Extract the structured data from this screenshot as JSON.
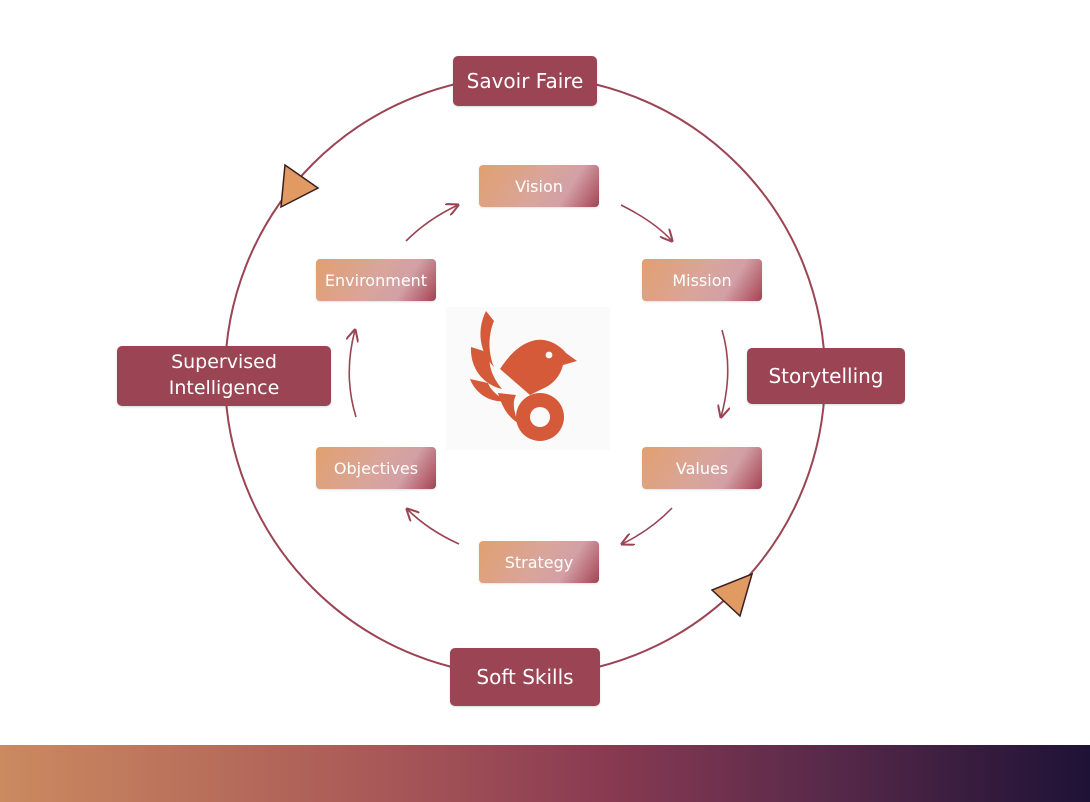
{
  "diagram": {
    "outer_nodes": [
      {
        "id": "savoir-faire",
        "label": "Savoir Faire"
      },
      {
        "id": "storytelling",
        "label": "Storytelling"
      },
      {
        "id": "soft-skills",
        "label": "Soft Skills"
      },
      {
        "id": "supervised-intelligence",
        "label": "Supervised Intelligence"
      }
    ],
    "inner_nodes": [
      {
        "id": "vision",
        "label": "Vision"
      },
      {
        "id": "mission",
        "label": "Mission"
      },
      {
        "id": "values",
        "label": "Values"
      },
      {
        "id": "strategy",
        "label": "Strategy"
      },
      {
        "id": "objectives",
        "label": "Objectives"
      },
      {
        "id": "environment",
        "label": "Environment"
      }
    ],
    "edges": [
      {
        "from": "savoir-faire",
        "to": "storytelling"
      },
      {
        "from": "storytelling",
        "to": "soft-skills"
      },
      {
        "from": "soft-skills",
        "to": "supervised-intelligence"
      },
      {
        "from": "supervised-intelligence",
        "to": "savoir-faire"
      },
      {
        "from": "vision",
        "to": "mission"
      },
      {
        "from": "mission",
        "to": "values"
      },
      {
        "from": "values",
        "to": "strategy"
      },
      {
        "from": "strategy",
        "to": "objectives"
      },
      {
        "from": "objectives",
        "to": "environment"
      },
      {
        "from": "environment",
        "to": "vision"
      }
    ],
    "center_icon": "phoenix-logo-icon",
    "colors": {
      "outer_box": "#9a4454",
      "ring_line": "#9a4454",
      "inner_gradient_start": "#e1a06f",
      "inner_gradient_end": "#9a4454",
      "cycle_marker": "#e09a62",
      "logo": "#d55a3a"
    }
  }
}
